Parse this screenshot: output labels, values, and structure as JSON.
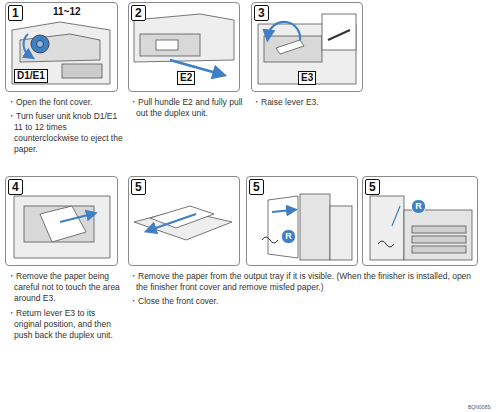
{
  "diagram": {
    "nodes": [
      {
        "text": [
          "1",
          "11~12",
          "D1/E1"
        ]
      },
      {
        "text": [
          "2",
          "E2"
        ]
      },
      {
        "text": [
          "3",
          "E3"
        ]
      },
      {
        "text": [
          "4"
        ]
      },
      {
        "text": [
          "5"
        ]
      },
      {
        "text": [
          "5",
          "R"
        ]
      },
      {
        "text": [
          "5",
          "R"
        ]
      }
    ],
    "labels": [
      "・Open the font cover.",
      "・Turn fuser unit knob D1/E1 11 to 12 times counterclockwise to eject the paper.",
      "・Pull hundle E2 and fully pull out the duplex unit.",
      "・Raise lever E3.",
      "・Remove the paper being careful not to touch the area around E3.",
      "・Return lever E3 to its original position, and then push back the duplex unit.",
      "・Remove the paper from the output tray if it is visible. (When the finisher is installed, open the finisher front cover and remove misfed paper.)",
      "・Close the front cover.",
      "BQN008S"
    ]
  }
}
